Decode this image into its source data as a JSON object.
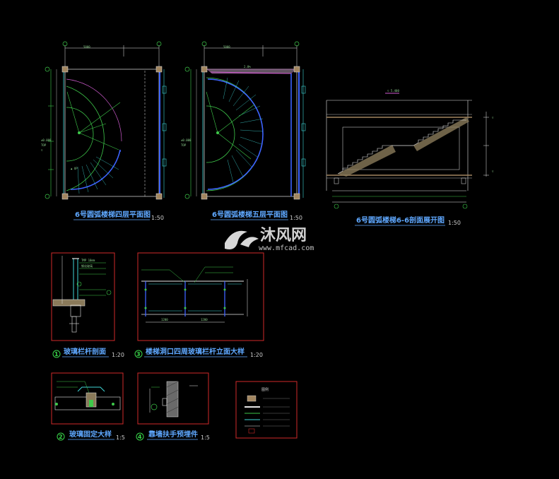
{
  "drawings": {
    "plan_fourth_floor": {
      "title": "6号圆弧楼梯四层平面图",
      "scale": "1:50"
    },
    "plan_fifth_floor": {
      "title": "6号圆弧楼梯五层平面图",
      "scale": "1:50"
    },
    "section_elevation": {
      "title": "6号圆弧楼梯6-6剖面展开图",
      "scale": "1:50"
    },
    "detail_1": {
      "number": "1",
      "title": "玻璃栏杆剖面",
      "scale": "1:20"
    },
    "detail_3": {
      "number": "3",
      "title": "楼梯洞口四周玻璃栏杆立面大样",
      "scale": "1:20"
    },
    "detail_2": {
      "number": "2",
      "title": "玻璃固定大样",
      "scale": "1:5"
    },
    "detail_4": {
      "number": "4",
      "title": "靠墙扶手预埋件",
      "scale": "1:5"
    }
  },
  "legend": {
    "title": "图例"
  },
  "watermark": {
    "brand": "沐风网",
    "url": "www.mfcad.com"
  },
  "colors": {
    "background": "#000000",
    "title_text": "#5fa8ff",
    "frame_red": "#d12a2a",
    "white_lines": "#e6e6e6",
    "green_lines": "#3ec84a",
    "cyan_lines": "#3fd6d6",
    "blue_lines": "#3d63ff",
    "magenta_lines": "#d05cd0",
    "column_fill": "#a28660"
  }
}
